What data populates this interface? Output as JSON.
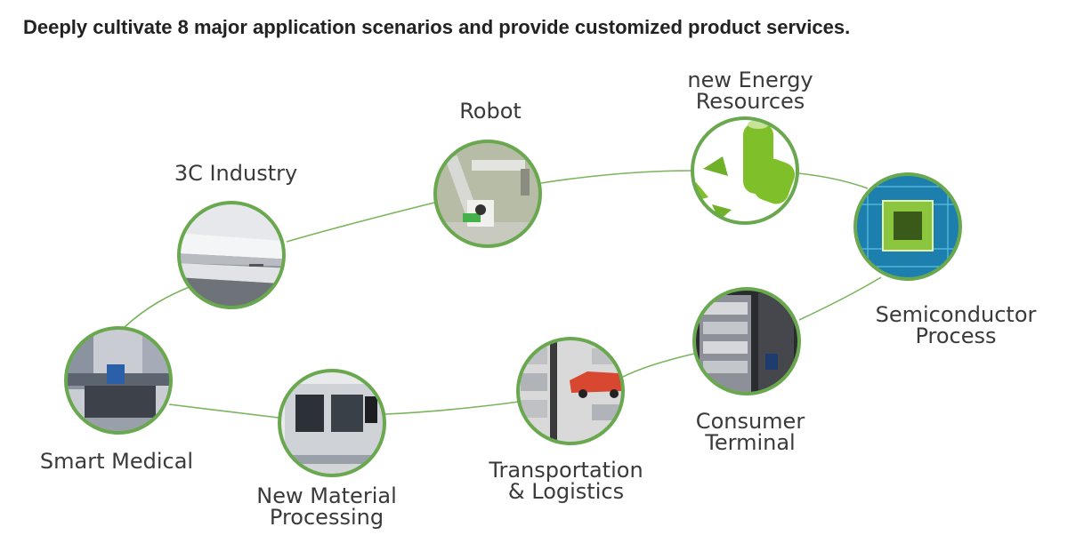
{
  "headline": "Deeply cultivate 8 major application scenarios and provide customized product services.",
  "colors": {
    "ring": "#6aa84f",
    "curve": "#7ab55c",
    "text": "#3a3a3a"
  },
  "scenarios": [
    {
      "id": "smart-medical",
      "lines": [
        "Smart Medical"
      ],
      "icon": "medical-lab-automation-icon"
    },
    {
      "id": "3c-industry",
      "lines": [
        "3C Industry"
      ],
      "icon": "smartphone-stack-icon"
    },
    {
      "id": "robot",
      "lines": [
        "Robot"
      ],
      "icon": "robot-arm-icon"
    },
    {
      "id": "new-energy",
      "lines": [
        "new Energy",
        "Resources"
      ],
      "icon": "battery-recycle-icon"
    },
    {
      "id": "semiconductor",
      "lines": [
        "Semiconductor",
        "Process"
      ],
      "icon": "chip-icon"
    },
    {
      "id": "consumer-terminal",
      "lines": [
        "Consumer",
        "Terminal"
      ],
      "icon": "vending-machine-icon"
    },
    {
      "id": "transportation-logistics",
      "lines": [
        "Transportation",
        "& Logistics"
      ],
      "icon": "parking-garage-icon"
    },
    {
      "id": "new-material",
      "lines": [
        "New Material",
        "Processing"
      ],
      "icon": "cnc-machine-icon"
    }
  ]
}
